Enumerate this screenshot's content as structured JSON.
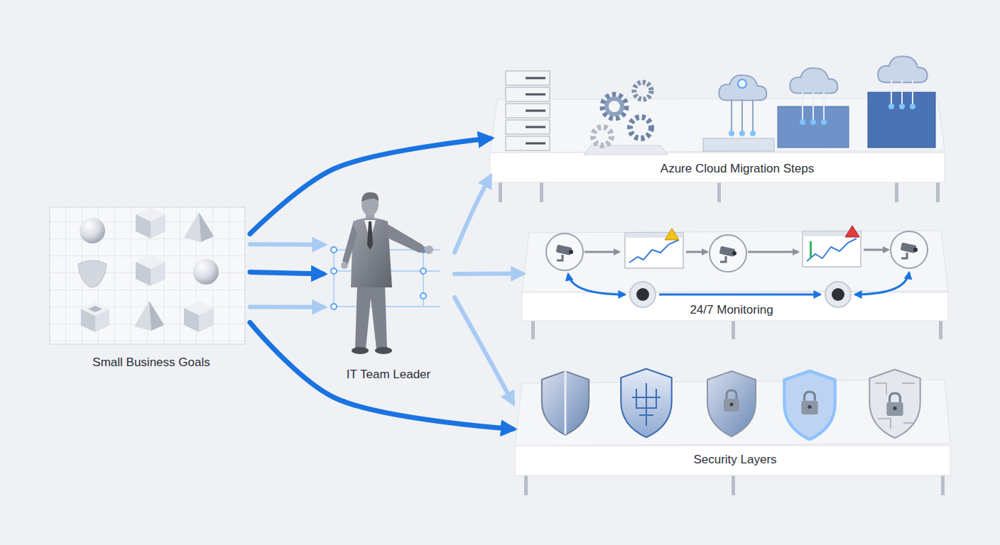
{
  "diagram": {
    "nodes": [
      {
        "text": [
          "Small Business Goals"
        ]
      },
      {
        "text": [
          "IT Team Leader"
        ]
      },
      {
        "text": [
          "Azure Cloud Migration Steps"
        ]
      },
      {
        "text": [
          "24/7 Monitoring"
        ]
      },
      {
        "text": [
          "Security Layers"
        ]
      }
    ],
    "edges": [
      {
        "from": 0,
        "to": 2,
        "arrow": "to"
      },
      {
        "from": 0,
        "to": 1,
        "arrow": "to"
      },
      {
        "from": 0,
        "to": 1,
        "arrow": "to"
      },
      {
        "from": 0,
        "to": 1,
        "arrow": "to"
      },
      {
        "from": 0,
        "to": 4,
        "arrow": "to"
      },
      {
        "from": 1,
        "to": 2,
        "arrow": "to"
      },
      {
        "from": 1,
        "to": 3,
        "arrow": "to"
      },
      {
        "from": 1,
        "to": 4,
        "arrow": "to"
      }
    ]
  }
}
